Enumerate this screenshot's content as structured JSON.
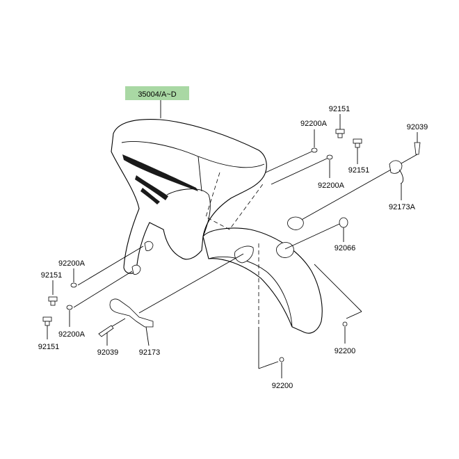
{
  "main_part": {
    "label": "35004/A~D",
    "highlight_color": "#a9d8a4"
  },
  "labels": {
    "l92151_tr": "92151",
    "l92200A_tr1": "92200A",
    "l92151_tr2": "92151",
    "l92200A_tr2": "92200A",
    "l92039_tr": "92039",
    "l92173A": "92173A",
    "l92066": "92066",
    "l92200_r": "92200",
    "l92200_b": "92200",
    "l92200A_l1": "92200A",
    "l92151_l1": "92151",
    "l92200A_l2": "92200A",
    "l92151_l2": "92151",
    "l92039_b": "92039",
    "l92173": "92173"
  }
}
